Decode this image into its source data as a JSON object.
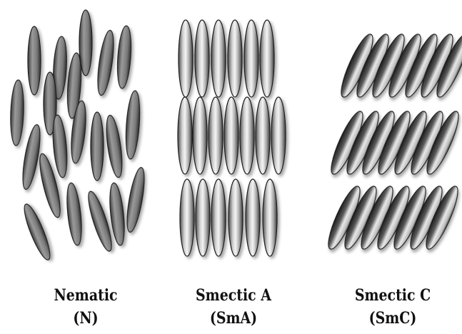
{
  "panels": [
    {
      "name": "Nematic",
      "abbr": "(N)"
    },
    {
      "name": "Smectic A",
      "abbr": "(SmA)"
    },
    {
      "name": "Smectic C",
      "abbr": "(SmC)"
    }
  ]
}
